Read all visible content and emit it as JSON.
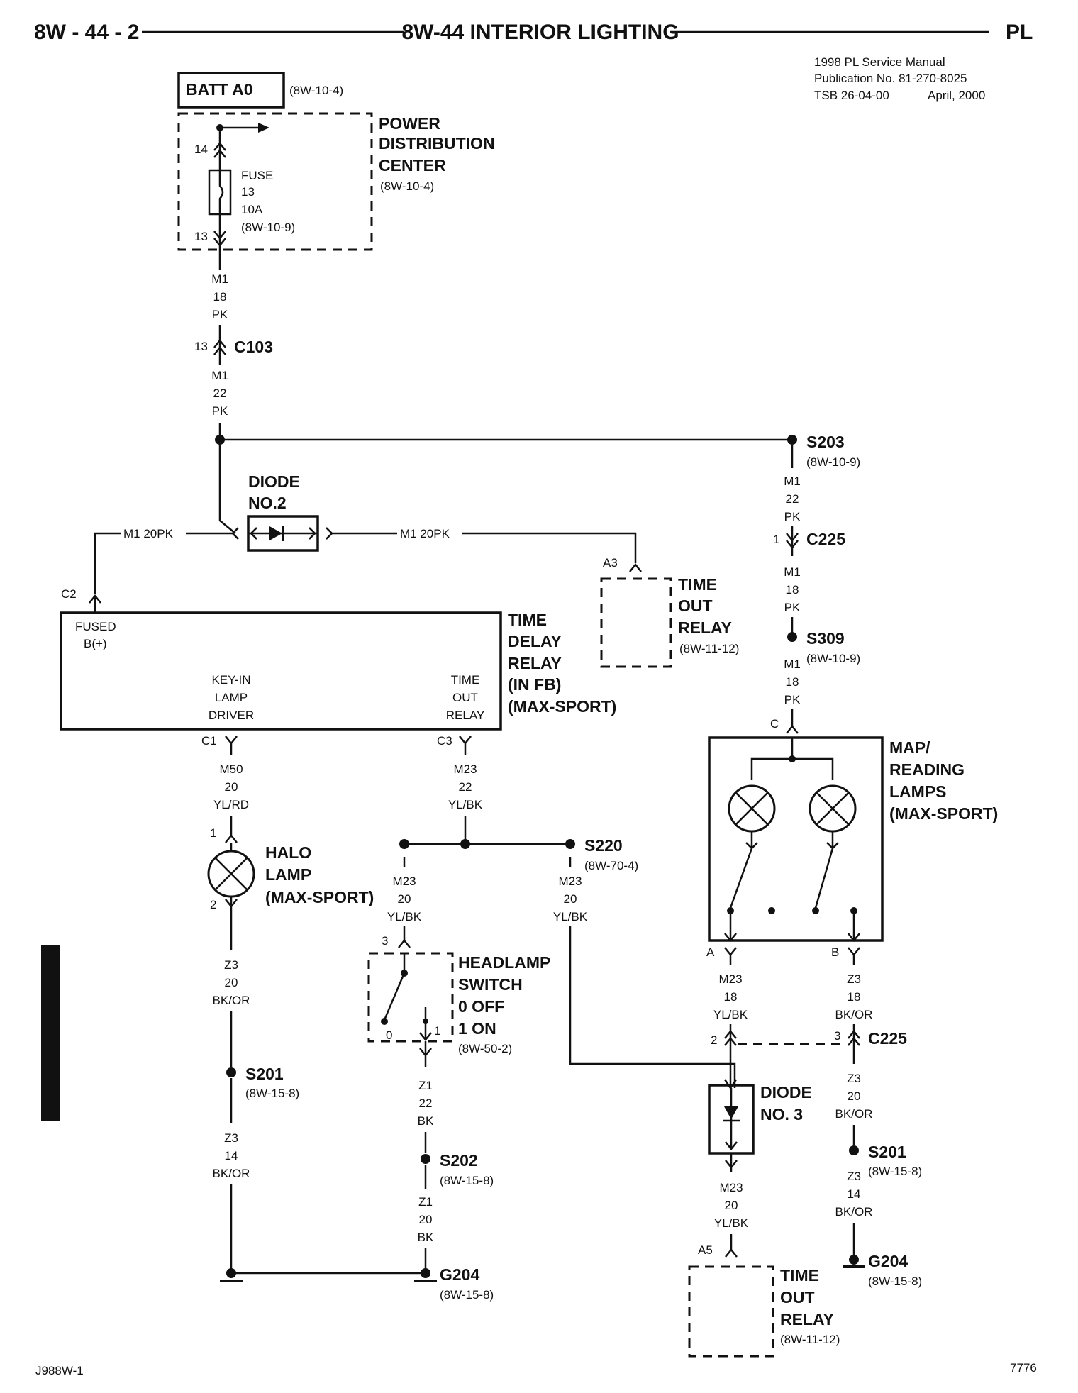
{
  "header": {
    "left": "8W - 44 - 2",
    "title": "8W-44 INTERIOR LIGHTING",
    "right": "PL",
    "manual": "1998 PL Service Manual",
    "publication": "Publication No. 81-270-8025",
    "tsb": "TSB 26-04-00",
    "date": "April, 2000"
  },
  "footer": {
    "left": "J988W-1",
    "right": "7776"
  },
  "labels": {
    "batt": "BATT A0",
    "batt_ref": "(8W-10-4)",
    "pdc1": "POWER",
    "pdc2": "DISTRIBUTION",
    "pdc3": "CENTER",
    "pdc_ref": "(8W-10-4)",
    "pin14": "14",
    "pin13a": "13",
    "fuse1": "FUSE",
    "fuse2": "13",
    "fuse3": "10A",
    "fuse_ref": "(8W-10-9)",
    "w1a": "M1",
    "w1b": "18",
    "w1c": "PK",
    "c103_pin": "13",
    "c103": "C103",
    "w2a": "M1",
    "w2b": "22",
    "w2c": "PK",
    "s203": "S203",
    "s203_ref": "(8W-10-9)",
    "w3a": "M1",
    "w3b": "22",
    "w3c": "PK",
    "c225a_pin": "1",
    "c225a": "C225",
    "w4a": "M1",
    "w4b": "18",
    "w4c": "PK",
    "s309": "S309",
    "s309_ref": "(8W-10-9)",
    "w5a": "M1",
    "w5b": "18",
    "w5c": "PK",
    "diode2a": "DIODE",
    "diode2b": "NO.2",
    "m1l": "M1  20PK",
    "m1r": "M1  20PK",
    "a3": "A3",
    "tor1a": "TIME",
    "tor1b": "OUT",
    "tor1c": "RELAY",
    "tor1_ref": "(8W-11-12)",
    "c2": "C2",
    "tdr_fused": "FUSED",
    "tdr_b": "B(+)",
    "tdr_k1": "KEY-IN",
    "tdr_k2": "LAMP",
    "tdr_k3": "DRIVER",
    "tdr_t1": "TIME",
    "tdr_t2": "OUT",
    "tdr_t3": "RELAY",
    "tdr1": "TIME",
    "tdr2": "DELAY",
    "tdr3": "RELAY",
    "tdr4": "(IN FB)",
    "tdr5": "(MAX-SPORT)",
    "c1": "C1",
    "c3": "C3",
    "w6a": "M50",
    "w6b": "20",
    "w6c": "YL/RD",
    "w7a": "M23",
    "w7b": "22",
    "w7c": "YL/BK",
    "halo_p1": "1",
    "halo_p2": "2",
    "halo1": "HALO",
    "halo2": "LAMP",
    "halo3": "(MAX-SPORT)",
    "s220": "S220",
    "s220_ref": "(8W-70-4)",
    "w8a": "M23",
    "w8b": "20",
    "w8c": "YL/BK",
    "w9a": "M23",
    "w9b": "20",
    "w9c": "YL/BK",
    "hs_p3": "3",
    "hs_0": "0",
    "hs_1": "1",
    "hs1": "HEADLAMP",
    "hs2": "SWITCH",
    "hs3": "0 OFF",
    "hs4": "1 ON",
    "hs_ref": "(8W-50-2)",
    "w10a": "Z3",
    "w10b": "20",
    "w10c": "BK/OR",
    "s201l": "S201",
    "s201l_ref": "(8W-15-8)",
    "w11a": "Z3",
    "w11b": "14",
    "w11c": "BK/OR",
    "w12a": "Z1",
    "w12b": "22",
    "w12c": "BK",
    "s202": "S202",
    "s202_ref": "(8W-15-8)",
    "w13a": "Z1",
    "w13b": "20",
    "w13c": "BK",
    "g204l": "G204",
    "g204l_ref": "(8W-15-8)",
    "map_c": "C",
    "map1": "MAP/",
    "map2": "READING",
    "map3": "LAMPS",
    "map4": "(MAX-SPORT)",
    "map_a": "A",
    "map_b": "B",
    "w14a": "M23",
    "w14b": "18",
    "w14c": "YL/BK",
    "w15a": "Z3",
    "w15b": "18",
    "w15c": "BK/OR",
    "c225b_p2": "2",
    "c225b_p3": "3",
    "c225b": "C225",
    "d3a": "DIODE",
    "d3b": "NO. 3",
    "w16a": "Z3",
    "w16b": "20",
    "w16c": "BK/OR",
    "s201r": "S201",
    "s201r_ref": "(8W-15-8)",
    "w17a": "Z3",
    "w17b": "14",
    "w17c": "BK/OR",
    "g204r": "G204",
    "g204r_ref": "(8W-15-8)",
    "w18a": "M23",
    "w18b": "20",
    "w18c": "YL/BK",
    "a5": "A5",
    "tor2a": "TIME",
    "tor2b": "OUT",
    "tor2c": "RELAY",
    "tor2_ref": "(8W-11-12)"
  }
}
